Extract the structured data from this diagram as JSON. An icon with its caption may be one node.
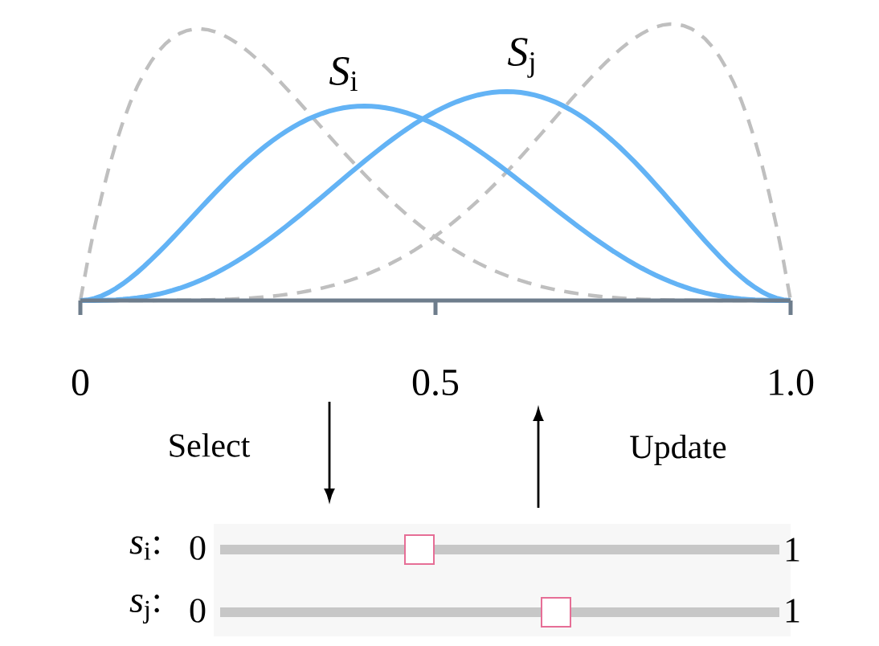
{
  "diagram": {
    "labels": [
      "*S*$_{i}$",
      "*S*$_{j}$",
      "0",
      "0.5",
      "1.0",
      "Select",
      "Update",
      "*s*$_{i}$:",
      "0",
      "1",
      "*s*$_{j}$:",
      "0",
      "1"
    ]
  }
}
